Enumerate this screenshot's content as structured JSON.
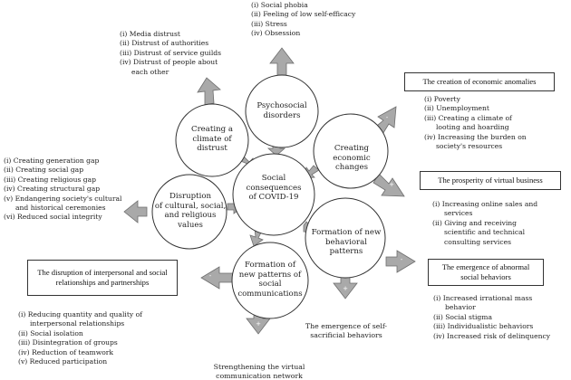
{
  "center": {
    "lines": [
      "Social",
      "consequences",
      "of COVID-19"
    ]
  },
  "nodes": {
    "psychosocial": {
      "lines": [
        "Psychosocial",
        "disorders"
      ]
    },
    "distrust": {
      "lines": [
        "Creating a",
        "climate of",
        "distrust"
      ]
    },
    "economic": {
      "lines": [
        "Creating economic",
        "changes"
      ]
    },
    "cultural": {
      "lines": [
        "Disruption",
        "of cultural, social,",
        "and religious",
        "values"
      ]
    },
    "communications": {
      "lines": [
        "Formation of",
        "new patterns of",
        "social",
        "communications"
      ]
    },
    "behavioral": {
      "lines": [
        "Formation of new",
        "behavioral",
        "patterns"
      ]
    }
  },
  "lists": {
    "psychosocial": [
      "(i) Social phobia",
      "(ii) Feeling of low self-efficacy",
      "(iii) Stress",
      "(iv) Obsession"
    ],
    "distrust": [
      "(i) Media distrust",
      "(ii) Distrust of authorities",
      "(iii) Distrust of service guilds",
      "(iv) Distrust of people about each other"
    ],
    "cultural": [
      "(i) Creating generation gap",
      "(ii) Creating social gap",
      "(iii) Creating religious gap",
      "(iv) Creating structural gap",
      "(v) Endangering society's cultural and historical ceremonies",
      "(vi) Reduced social integrity"
    ],
    "anomalies": [
      "(i) Poverty",
      "(ii) Unemployment",
      "(iii) Creating a climate of looting and hoarding",
      "(iv) Increasing the burden on society's resources"
    ],
    "virtual": [
      "(i) Increasing online sales and services",
      "(ii) Giving and receiving scientific and technical consulting services"
    ],
    "abnormal": [
      "(i) Increased irrational mass behavior",
      "(ii) Social stigma",
      "(iii) Individualistic behaviors",
      "(iv) Increased risk of delinquency"
    ],
    "interpersonal": [
      "(i) Reducing quantity and quality of interpersonal relationships",
      "(ii) Social isolation",
      "(iii) Disintegration of groups",
      "(iv) Reduction of teamwork",
      "(v) Reduced participation"
    ]
  },
  "headers": {
    "anomalies": "The creation of economic anomalies",
    "virtual": "The prosperity of virtual business",
    "abnormal": "The emergence of abnormal social behaviors",
    "interpersonal": "The disruption of interpersonal and social relationships and partnerships"
  },
  "outcomes": {
    "self_sacrificial": "The emergence of self-sacrificial behaviors",
    "virtual_network": "Strengthening the virtual communication network"
  },
  "signs": {
    "minus": "-",
    "plus": "+"
  },
  "colors": {
    "arrow_fill": "#a9a9a9",
    "arrow_stroke": "#6e6e6e",
    "line": "#333333"
  }
}
